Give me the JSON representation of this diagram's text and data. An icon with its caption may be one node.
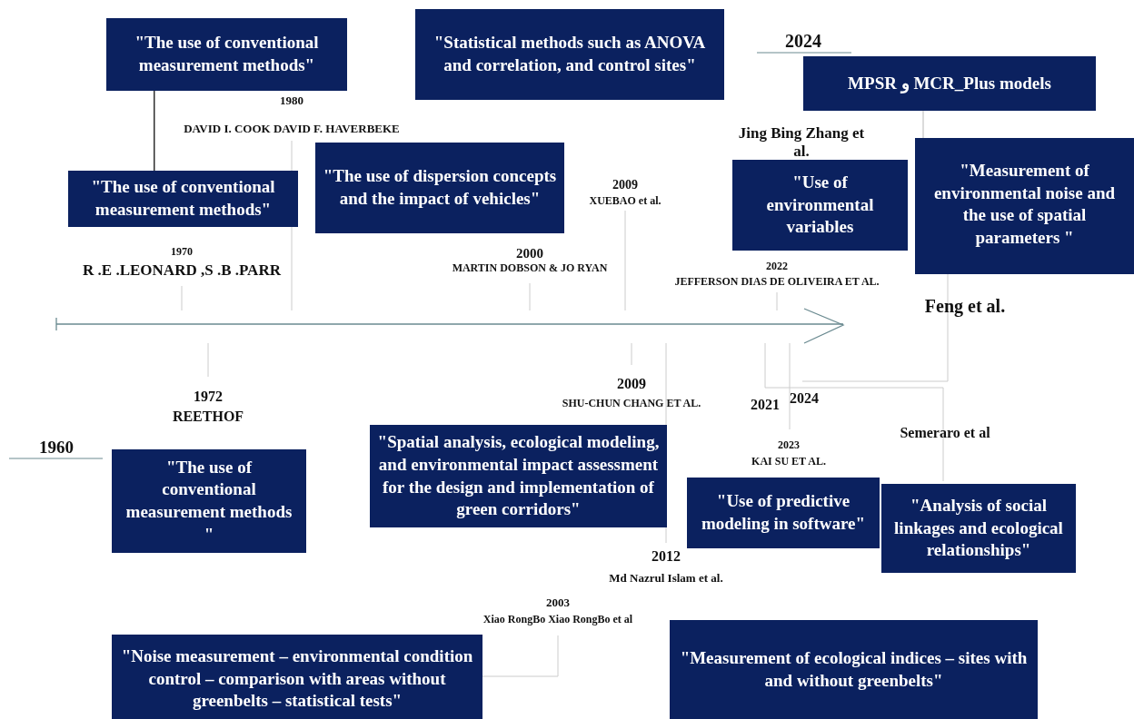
{
  "diagram": {
    "nodes": [
      {
        "text": [
          "\"The use of conventional measurement methods\""
        ]
      },
      {
        "text": [
          "\"Statistical methods such as ANOVA and correlation, and control sites\""
        ],
        "beside": [
          "2009",
          "XUEBAO  et al."
        ]
      },
      {
        "text": [
          "\"The use of conventional measurement methods\""
        ],
        "beside": [
          "1970",
          "R .E .LEONARD ,S .B .PARR"
        ]
      },
      {
        "text": [
          "\"The use of dispersion concepts and the impact of vehicles\""
        ],
        "beside": [
          "2000",
          "MARTIN DOBSON & JO RYAN"
        ]
      },
      {
        "text": [
          "\"Use of environmental variables"
        ],
        "beside": [
          "Jing Bing Zhang et al.",
          "2022",
          "JEFFERSON DIAS DE OLIVEIRA ET AL."
        ]
      },
      {
        "text": [
          "MPSR و MCR_Plus models"
        ],
        "beside": [
          "2024"
        ]
      },
      {
        "text": [
          "\"Measurement of environmental noise and the use of spatial parameters \""
        ],
        "beside": [
          "Feng et al."
        ]
      },
      {
        "text": [
          "\"The use of conventional measurement methods \""
        ],
        "beside": [
          "1972",
          "REETHOF"
        ]
      },
      {
        "text": [
          "\"Spatial analysis, ecological modeling, and environmental impact assessment for the design and implementation of green corridors\""
        ],
        "beside": [
          "2009",
          "SHU-CHUN CHANG  ET AL."
        ]
      },
      {
        "text": [
          "\"Use of predictive modeling in software\""
        ],
        "beside": [
          "2023",
          "KAI SU ET AL."
        ]
      },
      {
        "text": [
          "\"Analysis of social linkages and ecological relationships\""
        ],
        "beside": [
          "Semeraro et al"
        ]
      },
      {
        "text": [
          "\"Noise measurement – environmental condition control – comparison with areas without greenbelts – statistical tests\""
        ],
        "beside": [
          "2003",
          "Xiao RongBo Xiao RongBo et al"
        ]
      },
      {
        "text": [
          "\"Measurement of ecological indices – sites with and without greenbelts\""
        ]
      }
    ],
    "edges": [
      {
        "from": 0,
        "to": 2,
        "arrow": "none"
      },
      {
        "from": 5,
        "to": 6,
        "arrow": "none",
        "color": "#cccccc"
      }
    ],
    "labels": [
      "1980",
      "DAVID I. COOK DAVID F. HAVERBEKE",
      "1960",
      "2012",
      "Md Nazrul Islam et al.",
      "2021",
      "2024"
    ]
  }
}
